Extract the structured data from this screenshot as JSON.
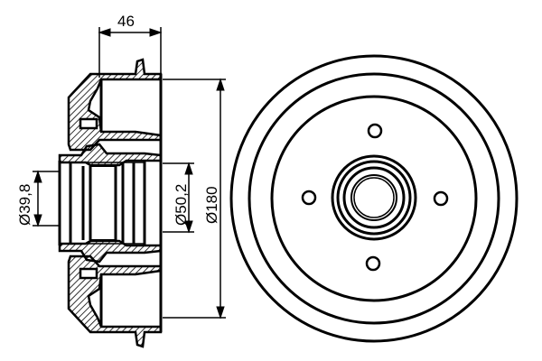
{
  "drawing": {
    "subject": "Brake drum technical drawing",
    "views": [
      "section-view",
      "front-view"
    ],
    "line_color": "#000000",
    "background": "#ffffff"
  },
  "dimensions": {
    "width": "46",
    "bore_diameter": "Ø39,8",
    "hub_diameter": "Ø50,2",
    "drum_diameter": "Ø180"
  },
  "front_view": {
    "bolt_holes": 4,
    "outer_rings": 3,
    "hub_rings": 4
  }
}
